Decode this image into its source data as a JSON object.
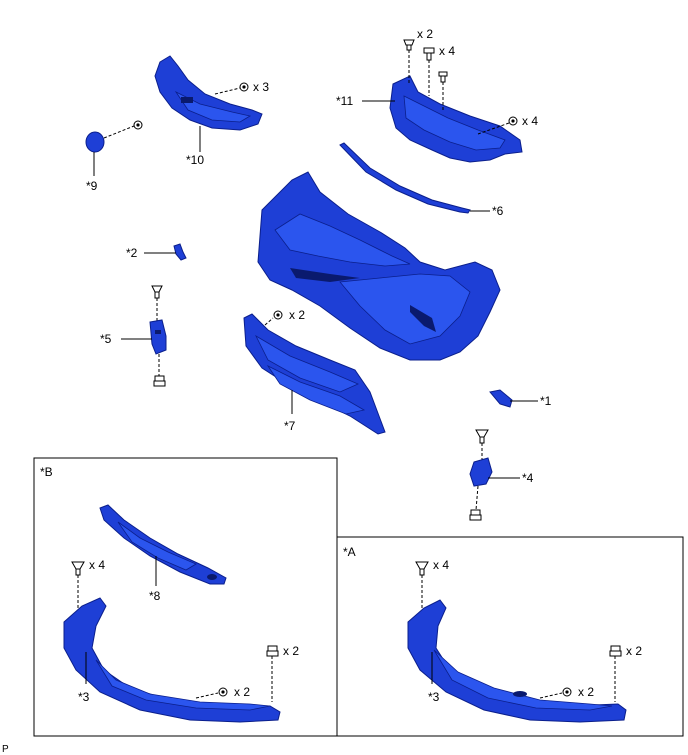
{
  "labels": {
    "p1": "*1",
    "p2": "*2",
    "p3a": "*3",
    "p3b": "*3",
    "p4": "*4",
    "p5": "*5",
    "p6": "*6",
    "p7": "*7",
    "p8": "*8",
    "p9": "*9",
    "p10": "*10",
    "p11": "*11"
  },
  "quantities": {
    "grille_upper_clip": "x 3",
    "bracket_top_clip": "x 2",
    "bracket_top_bolt": "x 4",
    "bracket_side_clip": "x 4",
    "lower_grille_clip": "x 2",
    "boxB_top_clip": "x 4",
    "boxB_right_clip": "x 2",
    "boxB_bottom_clip": "x 2",
    "boxA_top_clip": "x 4",
    "boxA_right_clip": "x 2",
    "boxA_bottom_clip": "x 2"
  },
  "insets": {
    "box_b": "*B",
    "box_a": "*A"
  },
  "footer": "P",
  "colors": {
    "part_fill": "#1e3fd6",
    "part_edge": "#0b1f8c"
  }
}
